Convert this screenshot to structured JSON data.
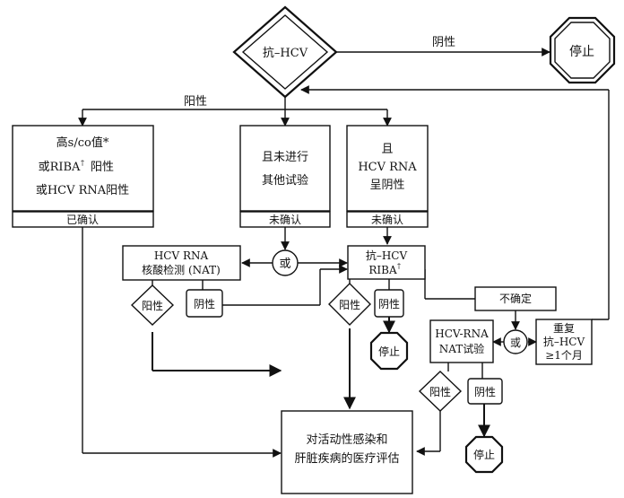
{
  "nodes": {
    "anti_hcv": "抗–HCV",
    "stop_top": "停止",
    "negative_top": "阴性",
    "positive_top": "阳性",
    "high_sco": [
      "高s/co值*",
      "或RIBA",
      "阳性",
      "或HCV RNA阳性"
    ],
    "high_sco_sup": "†",
    "confirmed": "已确认",
    "not_other": [
      "且未进行",
      "其他试验"
    ],
    "not_confirmed_1": "未确认",
    "rna_negative": [
      "且",
      "HCV RNA",
      "呈阴性"
    ],
    "not_confirmed_2": "未确认",
    "hcv_rna_nat": [
      "HCV RNA",
      "核酸检测 (NAT)"
    ],
    "or_1": "或",
    "anti_riba": [
      "抗–HCV",
      "RIBA"
    ],
    "anti_riba_sup": "†",
    "pos_left": "阳性",
    "neg_left": "阴性",
    "pos_mid": "阳性",
    "neg_mid": "阴性",
    "stop_mid": "停止",
    "indeterminate": "不确定",
    "rna_nat_test": [
      "HCV-RNA",
      "NAT试验"
    ],
    "or_2": "或",
    "repeat": [
      "重复",
      "抗–HCV",
      "≥1个月"
    ],
    "pos_bottom": "阳性",
    "neg_bottom": "阴性",
    "stop_bottom": "停止",
    "medical_eval": [
      "对活动性感染和",
      "肝脏疾病的医疗评估"
    ]
  }
}
